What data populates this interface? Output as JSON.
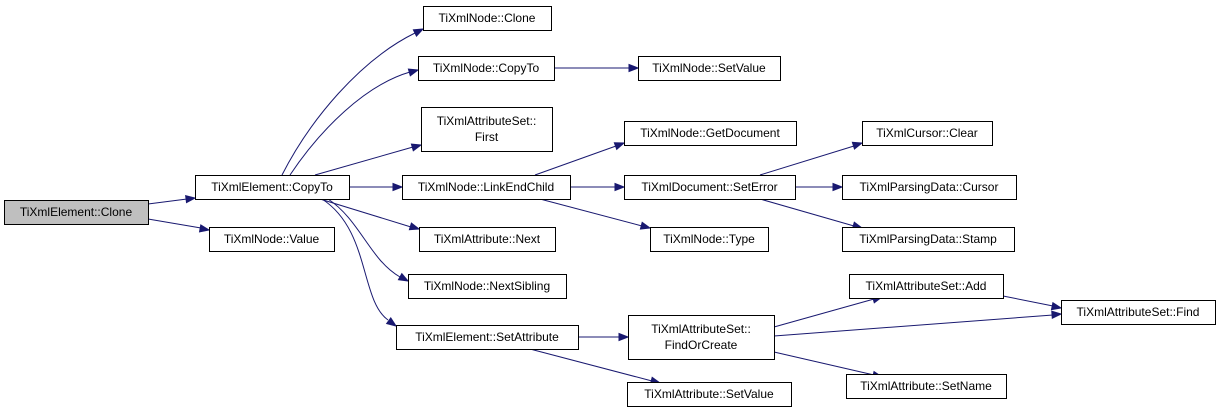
{
  "diagram": {
    "root": "clone_root",
    "colors": {
      "edge": "#191970",
      "root_fill": "#bfbfbf",
      "node_fill": "#ffffff",
      "border": "#000000"
    },
    "nodes": [
      {
        "id": "clone_root",
        "lines": [
          "TiXmlElement::Clone"
        ]
      },
      {
        "id": "copyto_el",
        "lines": [
          "TiXmlElement::CopyTo"
        ]
      },
      {
        "id": "value",
        "lines": [
          "TiXmlNode::Value"
        ]
      },
      {
        "id": "clone_node",
        "lines": [
          "TiXmlNode::Clone"
        ]
      },
      {
        "id": "copyto_node",
        "lines": [
          "TiXmlNode::CopyTo"
        ]
      },
      {
        "id": "first",
        "lines": [
          "TiXmlAttributeSet::",
          "First"
        ]
      },
      {
        "id": "linkendchild",
        "lines": [
          "TiXmlNode::LinkEndChild"
        ]
      },
      {
        "id": "attr_next",
        "lines": [
          "TiXmlAttribute::Next"
        ]
      },
      {
        "id": "nextsibling",
        "lines": [
          "TiXmlNode::NextSibling"
        ]
      },
      {
        "id": "setattribute",
        "lines": [
          "TiXmlElement::SetAttribute"
        ]
      },
      {
        "id": "node_setvalue",
        "lines": [
          "TiXmlNode::SetValue"
        ]
      },
      {
        "id": "getdocument",
        "lines": [
          "TiXmlNode::GetDocument"
        ]
      },
      {
        "id": "seterror",
        "lines": [
          "TiXmlDocument::SetError"
        ]
      },
      {
        "id": "type",
        "lines": [
          "TiXmlNode::Type"
        ]
      },
      {
        "id": "findorcreate",
        "lines": [
          "TiXmlAttributeSet::",
          "FindOrCreate"
        ]
      },
      {
        "id": "attr_setvalue",
        "lines": [
          "TiXmlAttribute::SetValue"
        ]
      },
      {
        "id": "cursor_clear",
        "lines": [
          "TiXmlCursor::Clear"
        ]
      },
      {
        "id": "pd_cursor",
        "lines": [
          "TiXmlParsingData::Cursor"
        ]
      },
      {
        "id": "pd_stamp",
        "lines": [
          "TiXmlParsingData::Stamp"
        ]
      },
      {
        "id": "set_add",
        "lines": [
          "TiXmlAttributeSet::Add"
        ]
      },
      {
        "id": "set_find",
        "lines": [
          "TiXmlAttributeSet::Find"
        ]
      },
      {
        "id": "setname",
        "lines": [
          "TiXmlAttribute::SetName"
        ]
      }
    ],
    "edges": [
      [
        "clone_root",
        "copyto_el"
      ],
      [
        "clone_root",
        "value"
      ],
      [
        "copyto_el",
        "clone_node"
      ],
      [
        "copyto_el",
        "copyto_node"
      ],
      [
        "copyto_el",
        "first"
      ],
      [
        "copyto_el",
        "linkendchild"
      ],
      [
        "copyto_el",
        "attr_next"
      ],
      [
        "copyto_el",
        "nextsibling"
      ],
      [
        "copyto_el",
        "setattribute"
      ],
      [
        "copyto_node",
        "node_setvalue"
      ],
      [
        "linkendchild",
        "getdocument"
      ],
      [
        "linkendchild",
        "seterror"
      ],
      [
        "linkendchild",
        "type"
      ],
      [
        "seterror",
        "cursor_clear"
      ],
      [
        "seterror",
        "pd_cursor"
      ],
      [
        "seterror",
        "pd_stamp"
      ],
      [
        "setattribute",
        "findorcreate"
      ],
      [
        "setattribute",
        "attr_setvalue"
      ],
      [
        "findorcreate",
        "set_add"
      ],
      [
        "findorcreate",
        "set_find"
      ],
      [
        "findorcreate",
        "setname"
      ],
      [
        "set_add",
        "set_find"
      ]
    ]
  }
}
